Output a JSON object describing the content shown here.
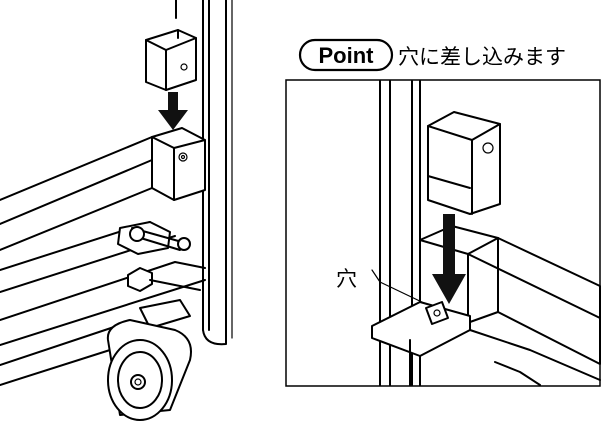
{
  "point": {
    "badge": "Point",
    "caption": "穴に差し込みます"
  },
  "callout": {
    "label": "穴"
  }
}
